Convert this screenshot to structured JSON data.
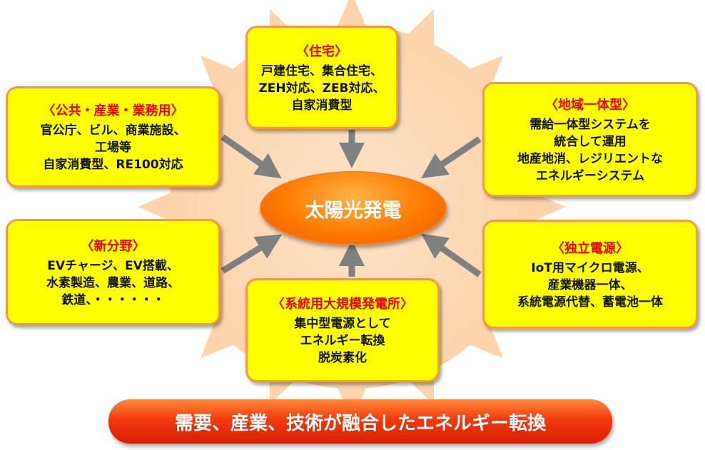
{
  "center": {
    "label": "太陽光発電"
  },
  "boxes": {
    "housing": {
      "title": "〈住宅〉",
      "lines": [
        "戸建住宅、集合住宅、",
        "ZEH対応、ZEB対応、",
        "自家消費型"
      ]
    },
    "public": {
      "title": "〈公共・産業・業務用〉",
      "lines": [
        "官公庁、ビル、商業施設、",
        "工場等",
        "自家消費型、RE100対応"
      ]
    },
    "regional": {
      "title": "〈地域一体型〉",
      "lines": [
        "需給一体型システムを",
        "統合して運用",
        "地産地消、レジリエントな",
        "エネルギーシステム"
      ]
    },
    "new_fields": {
      "title": "〈新分野〉",
      "lines": [
        "EVチャージ、EV搭載、",
        "水素製造、農業、道路、",
        "鉄道、・・・・・・"
      ]
    },
    "independent": {
      "title": "〈独立電源〉",
      "lines": [
        "IoT用マイクロ電源、",
        "産業機器一体、",
        "系統電源代替、蓄電池一体"
      ]
    },
    "grid": {
      "title": "〈系統用大規模発電所〉",
      "lines": [
        "集中型電源として",
        "エネルギー転換",
        "脱炭素化"
      ]
    }
  },
  "banner": {
    "label": "需要、産業、技術が融合したエネルギー転換"
  },
  "colors": {
    "box_fill": "#FFFF00",
    "box_border": "#F39A3C",
    "title_red": "#E8000B",
    "arrow": "#808080",
    "sun": "#FDDDBE"
  }
}
